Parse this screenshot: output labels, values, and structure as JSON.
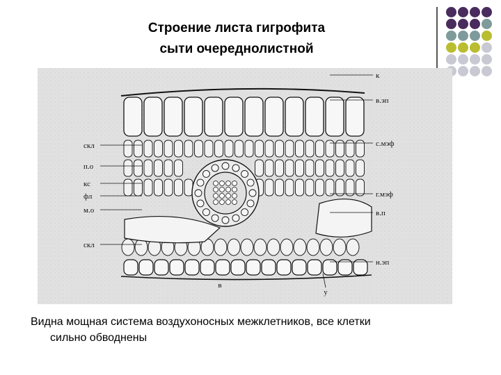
{
  "slide": {
    "title_line1": "Строение листа гигрофита",
    "title_line2": "сыти очереднолистной",
    "caption_line1": "Видна мощная система  воздухоносных межклетников, все клетки",
    "caption_line2": "сильно обводнены"
  },
  "figure": {
    "labels_left": [
      "скл",
      "п.о",
      "кс",
      "фл",
      "м.о",
      "скл"
    ],
    "labels_right": [
      "к",
      "в.эп",
      "с.мэф",
      "г.мэф",
      "в.п",
      "н.эп"
    ],
    "labels_bottom": [
      "в",
      "у"
    ]
  },
  "decor": {
    "dot_colors": [
      "#4a2b5e",
      "#7f9a9a",
      "#b9bd2f",
      "#c9c9d3"
    ]
  }
}
